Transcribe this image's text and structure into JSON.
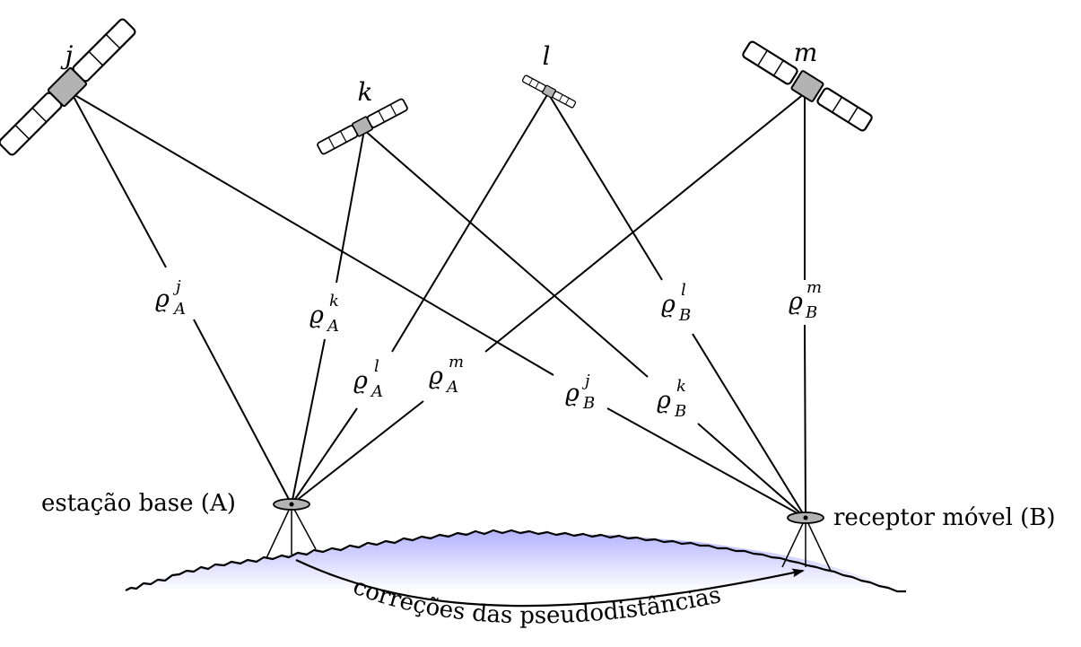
{
  "satellites": [
    {
      "id": "j",
      "label": "j"
    },
    {
      "id": "k",
      "label": "k"
    },
    {
      "id": "l",
      "label": "l"
    },
    {
      "id": "m",
      "label": "m"
    }
  ],
  "receivers": {
    "base": {
      "label": "estação base (A)"
    },
    "rover": {
      "label": "receptor móvel (B)"
    }
  },
  "ranges": [
    {
      "sym": "ϱ",
      "sat": "j",
      "rcv": "A"
    },
    {
      "sym": "ϱ",
      "sat": "k",
      "rcv": "A"
    },
    {
      "sym": "ϱ",
      "sat": "l",
      "rcv": "A"
    },
    {
      "sym": "ϱ",
      "sat": "m",
      "rcv": "A"
    },
    {
      "sym": "ϱ",
      "sat": "j",
      "rcv": "B"
    },
    {
      "sym": "ϱ",
      "sat": "k",
      "rcv": "B"
    },
    {
      "sym": "ϱ",
      "sat": "l",
      "rcv": "B"
    },
    {
      "sym": "ϱ",
      "sat": "m",
      "rcv": "B"
    }
  ],
  "corrections": {
    "label": "correções das pseudodistâncias"
  },
  "colors": {
    "ground_fill_top": "#b3b3ff",
    "ground_fill_bottom": "#ffffff",
    "sat_body": "#b3b3b3",
    "line": "#000000"
  }
}
